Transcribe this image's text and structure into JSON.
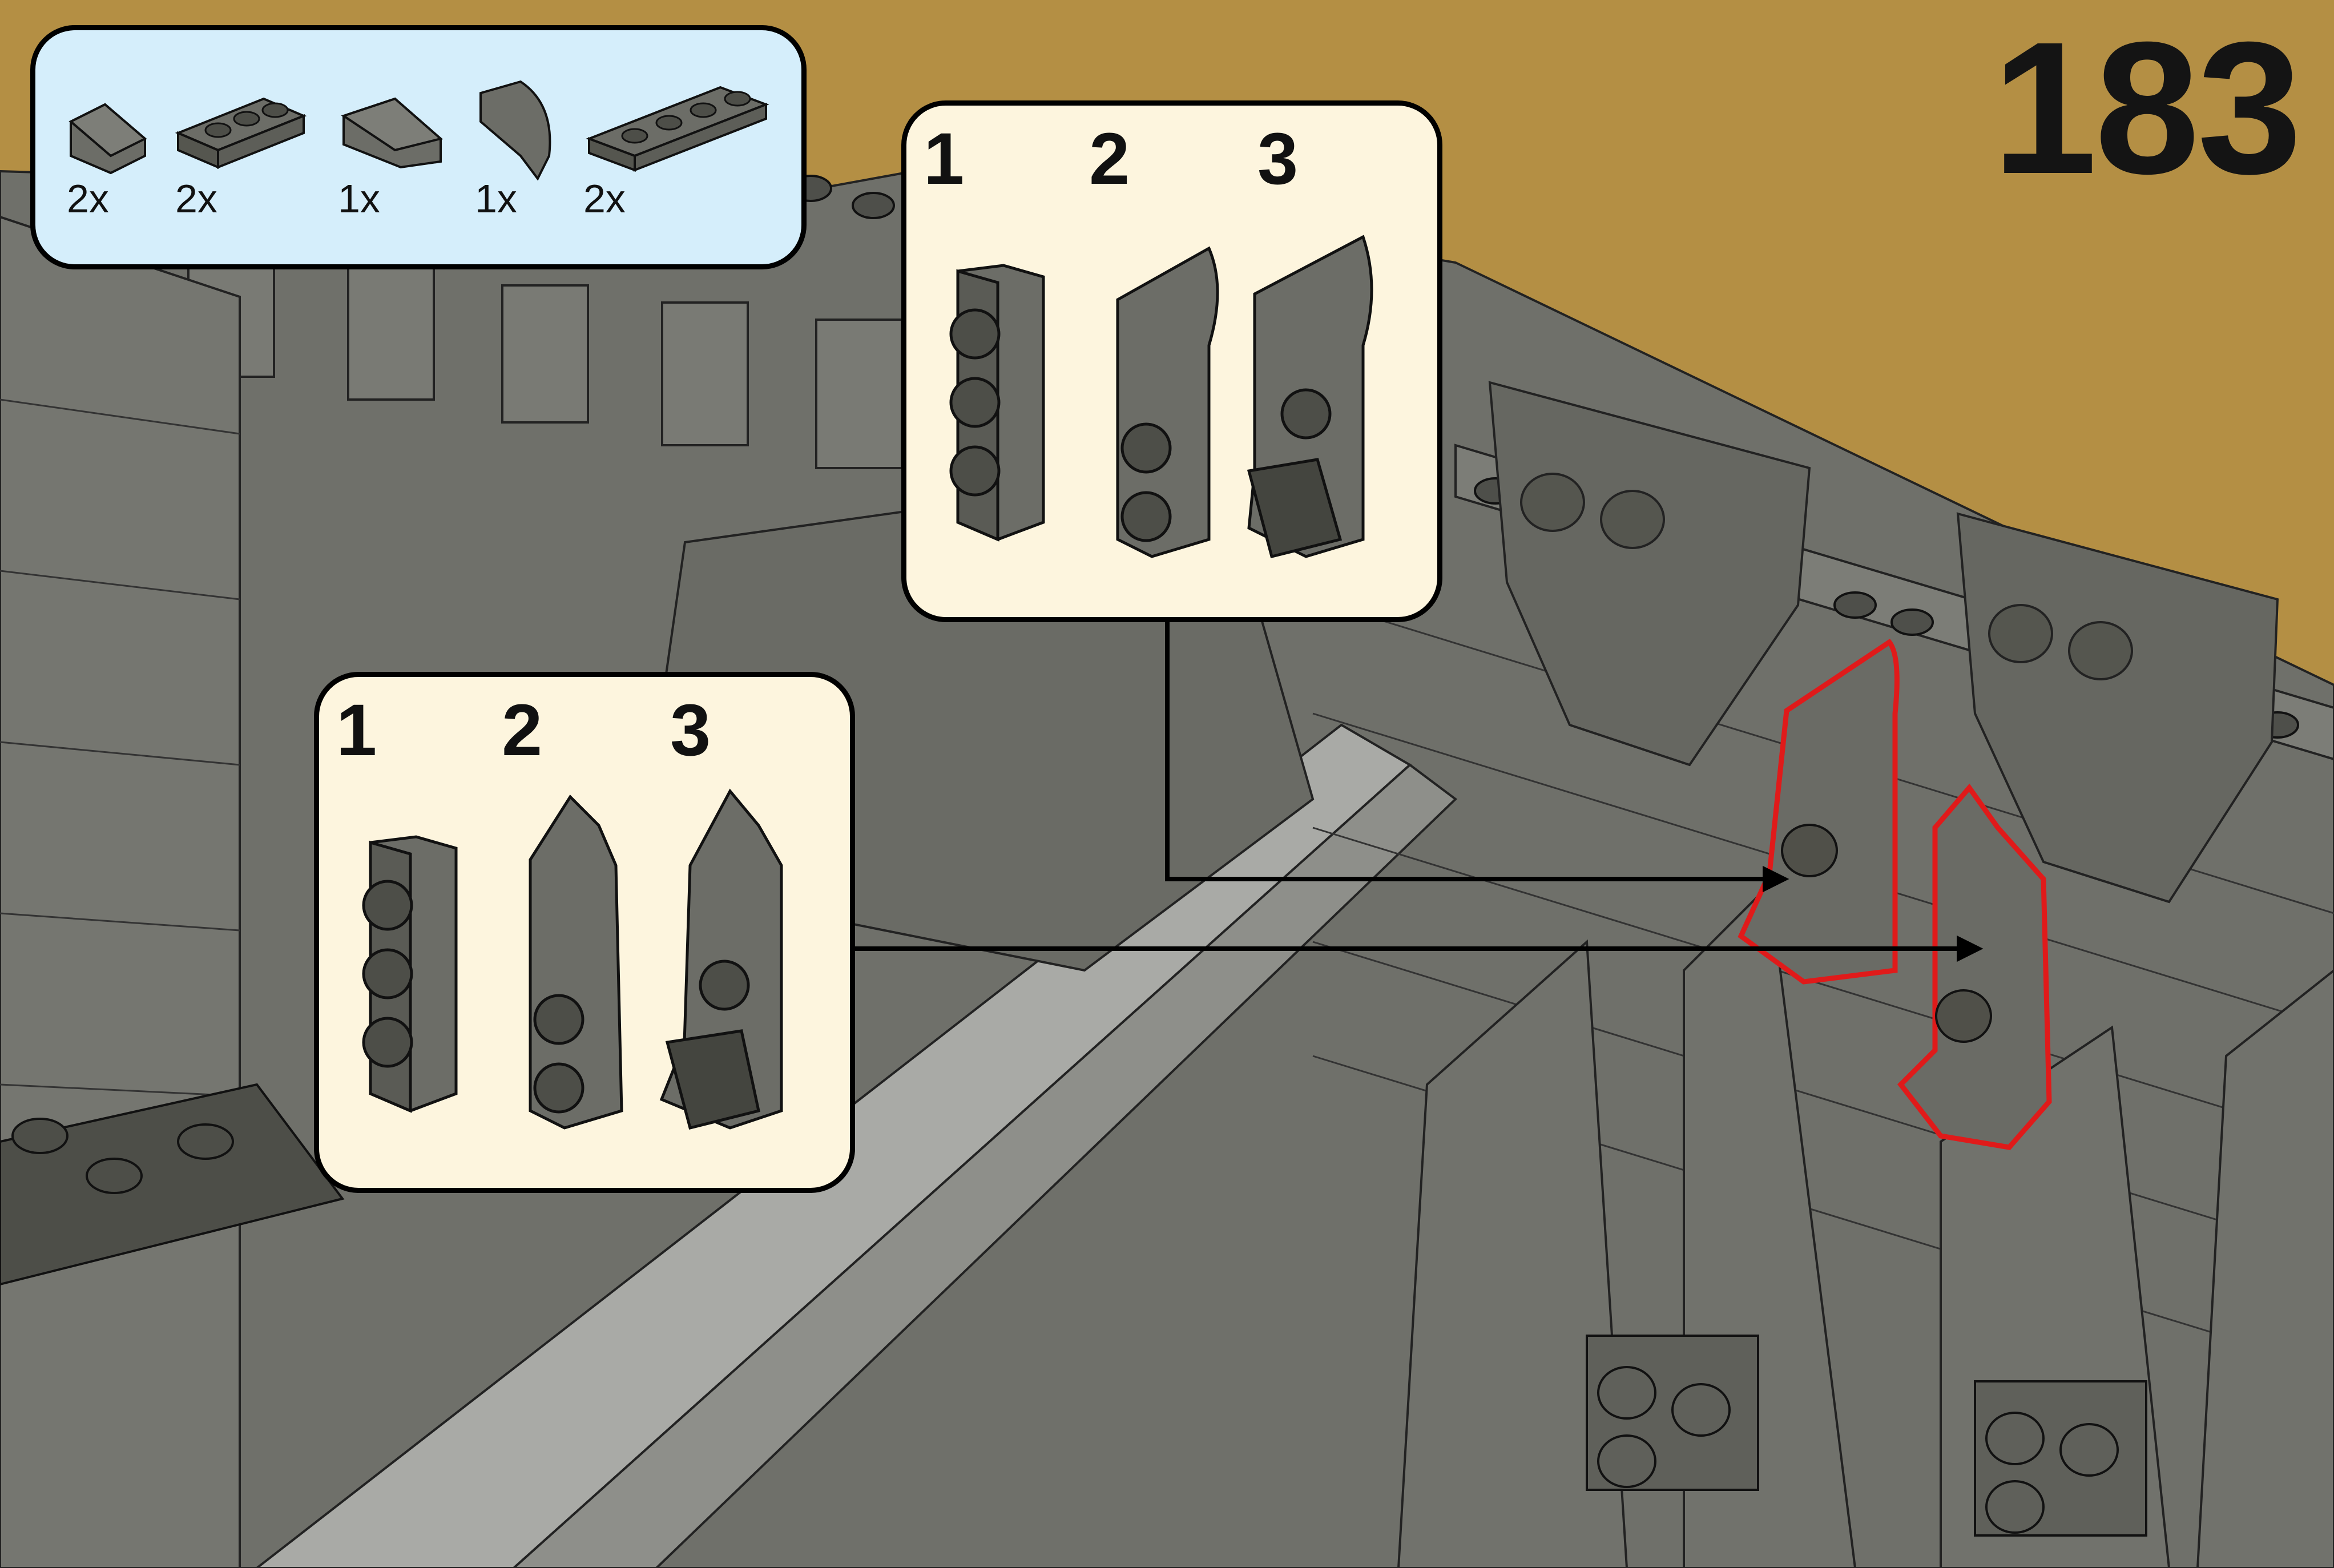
{
  "page_number": "183",
  "parts_list": {
    "items": [
      {
        "icon": "slope-brick-icon",
        "qty": "2x"
      },
      {
        "icon": "plate-1x3-icon",
        "qty": "2x"
      },
      {
        "icon": "wedge-slope-icon",
        "qty": "1x"
      },
      {
        "icon": "curved-slope-icon",
        "qty": "1x"
      },
      {
        "icon": "plate-1x4-icon",
        "qty": "2x"
      }
    ]
  },
  "substeps_top": {
    "labels": [
      "1",
      "2",
      "3"
    ]
  },
  "substeps_bottom": {
    "labels": [
      "1",
      "2",
      "3"
    ]
  },
  "colors": {
    "background": "#b48f44",
    "brick": "#6b6c66",
    "brick_light": "#8a8b85",
    "parts_panel": "#d5eefb",
    "substep_panel": "#fdf5de",
    "highlight": "#e01a1a"
  }
}
